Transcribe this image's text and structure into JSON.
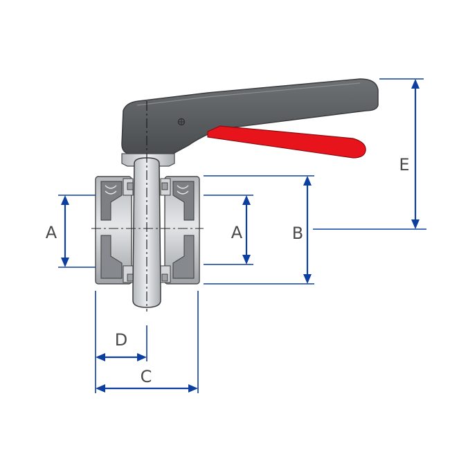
{
  "labels": {
    "a_left": "A",
    "a_right": "A",
    "b": "B",
    "c": "C",
    "d": "D",
    "e": "E"
  },
  "colors": {
    "dimension": "#0d3fa0",
    "handle": "#5b5e61",
    "trigger": "#e8141b",
    "steel": "#c9cdd1",
    "outline": "#3a3a3a"
  }
}
